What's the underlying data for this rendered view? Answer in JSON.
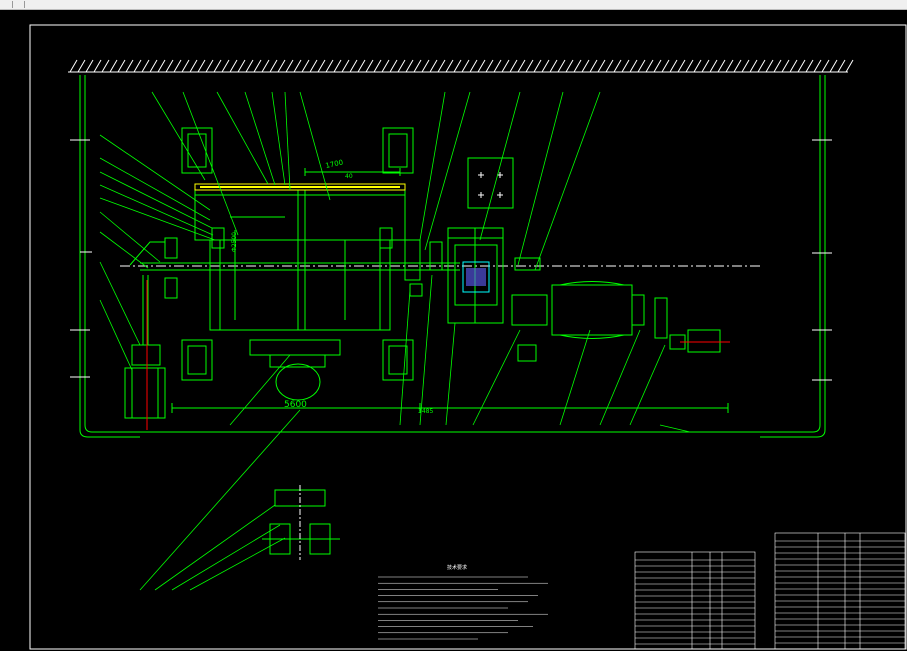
{
  "drawing": {
    "dimensions": {
      "overall_length": "5600",
      "overall_length_right": "3485",
      "drum_length": "1700",
      "drum_dia": "Φ2500",
      "small_dim": "40"
    },
    "notes_title": "技术要求"
  },
  "colors": {
    "background": "#000000",
    "frame": "#ffffff",
    "geometry": "#00ff00",
    "accent_yellow": "#ffff00",
    "accent_red": "#ff0000",
    "accent_cyan": "#00ffff"
  }
}
